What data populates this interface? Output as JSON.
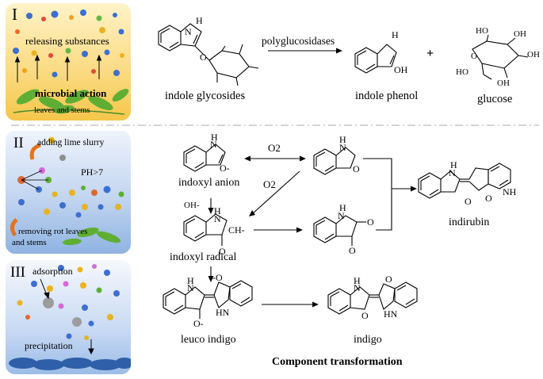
{
  "panels": {
    "stage1": {
      "numeral": "I",
      "text_release": "releasing substances",
      "text_microbial": "microbial action",
      "text_leaves": "leaves and stems"
    },
    "stage2": {
      "numeral": "II",
      "text_lime": "adding lime slurry",
      "text_ph": "PH>7",
      "text_removing_1": "removing rot leaves",
      "text_removing_2": "and stems"
    },
    "stage3": {
      "numeral": "III",
      "text_adsorption": "adsorption",
      "text_precipitation": "precipitation"
    }
  },
  "scheme": {
    "indole_glycosides": "indole glycosides",
    "polyglucosidases": "polyglucosidases",
    "indole_phenol": "indole phenol",
    "plus": "+",
    "glucose": "glucose",
    "indoxyl_anion": "indoxyl anion",
    "indoxyl_radical": "indoxyl radical",
    "o2_top": "O2",
    "o2_mid": "O2",
    "oh_minus": "OH-",
    "indirubin": "indirubin",
    "leuco_indigo": "leuco indigo",
    "indigo": "indigo",
    "caption": "Component transformation"
  },
  "atoms": {
    "H": "H",
    "N": "N",
    "NH": "NH",
    "HN": "HN",
    "O": "O",
    "OH": "OH",
    "HO": "HO",
    "O_minus": "O-",
    "minus_O": "-O",
    "CH_minus": "CH-"
  },
  "colors": {
    "panel1_top": "#fff3c8",
    "panel1_bottom": "#f6c64a",
    "panel2_top": "#e9f0fb",
    "panel2_bottom": "#8fb3e2",
    "panel3_top": "#f4f6fc",
    "panel3_bottom": "#9bbce8",
    "divider": "#a9a9a9",
    "leaf": "#5fae34",
    "arrow": "#000000"
  }
}
